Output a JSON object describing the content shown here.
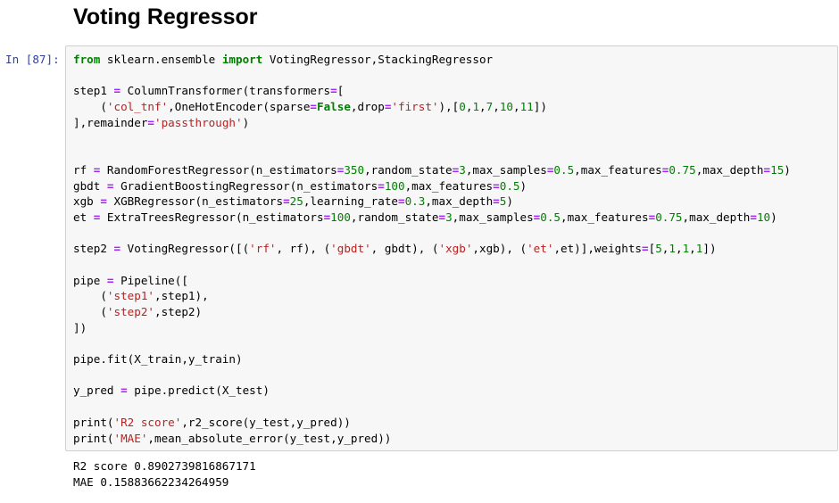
{
  "heading": "Voting Regressor",
  "cell": {
    "prompt": "In [87]:",
    "code_lines": [
      "from sklearn.ensemble import VotingRegressor,StackingRegressor",
      "",
      "step1 = ColumnTransformer(transformers=[",
      "    ('col_tnf',OneHotEncoder(sparse=False,drop='first'),[0,1,7,10,11])",
      "],remainder='passthrough')",
      "",
      "",
      "rf = RandomForestRegressor(n_estimators=350,random_state=3,max_samples=0.5,max_features=0.75,max_depth=15)",
      "gbdt = GradientBoostingRegressor(n_estimators=100,max_features=0.5)",
      "xgb = XGBRegressor(n_estimators=25,learning_rate=0.3,max_depth=5)",
      "et = ExtraTreesRegressor(n_estimators=100,random_state=3,max_samples=0.5,max_features=0.75,max_depth=10)",
      "",
      "step2 = VotingRegressor([('rf', rf), ('gbdt', gbdt), ('xgb',xgb), ('et',et)],weights=[5,1,1,1])",
      "",
      "pipe = Pipeline([",
      "    ('step1',step1),",
      "    ('step2',step2)",
      "])",
      "",
      "pipe.fit(X_train,y_train)",
      "",
      "y_pred = pipe.predict(X_test)",
      "",
      "print('R2 score',r2_score(y_test,y_pred))",
      "print('MAE',mean_absolute_error(y_test,y_pred))"
    ],
    "output_lines": [
      "R2 score 0.8902739816867171",
      "MAE 0.15883662234264959"
    ]
  },
  "colors": {
    "keyword": "#008000",
    "string": "#ba2121",
    "number": "#008000",
    "operator": "#aa22ff",
    "prompt": "#303f9f",
    "cell_background": "#f7f7f7",
    "cell_border": "#cfcfcf"
  }
}
